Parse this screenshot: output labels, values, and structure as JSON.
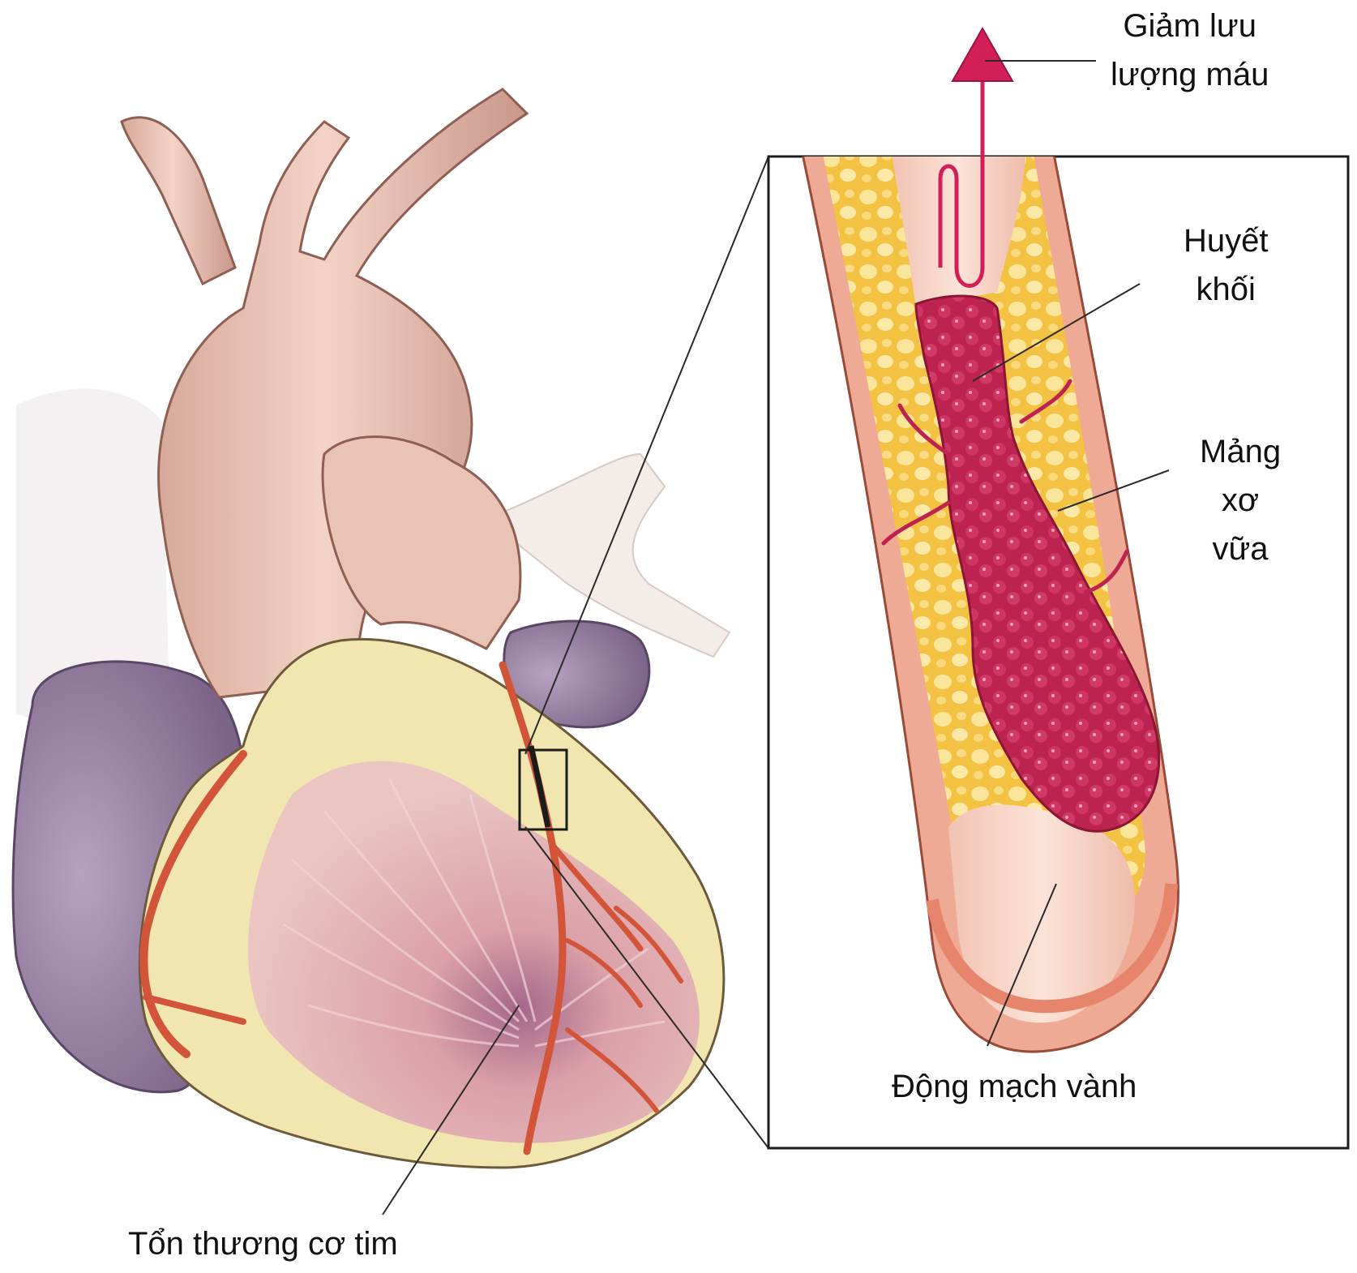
{
  "labels": {
    "reduced_flow": [
      "Giảm lưu",
      "lượng máu"
    ],
    "thrombus": [
      "Huyết",
      "khối"
    ],
    "plaque": [
      "Mảng",
      "xơ",
      "vữa"
    ],
    "coronary_artery": "Động mạch vành",
    "myocardial_damage": "Tổn thương cơ tim"
  },
  "colors": {
    "aorta": "#e8bfae",
    "myocardium_pink": "#d99aa8",
    "fat_yellow": "#f1e6b0",
    "vessel_red": "#d2553a",
    "thrombus": "#c2264f",
    "plaque": "#f3c64e",
    "arrow": "#d21f57",
    "atrium_purple": "#8f7a9c"
  }
}
